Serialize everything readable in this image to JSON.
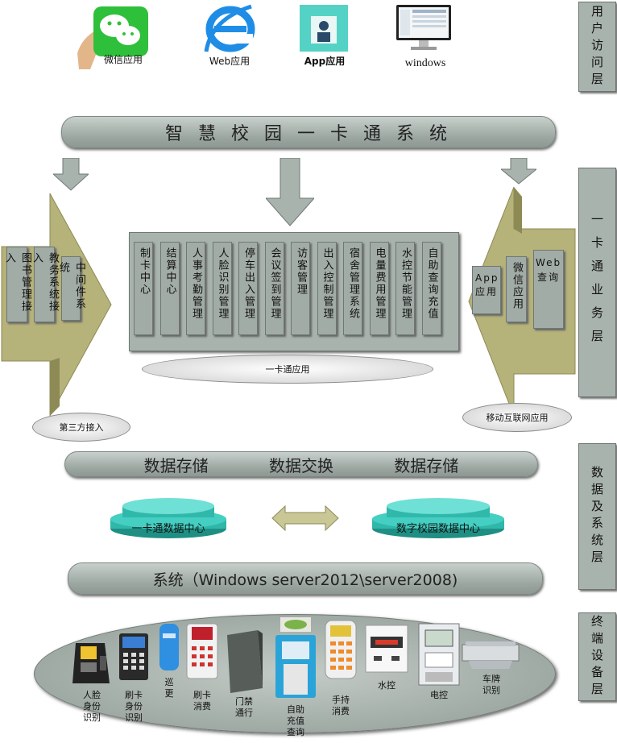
{
  "user_layer": {
    "apps": [
      {
        "label": "微信应用",
        "icon": "wechat-icon"
      },
      {
        "label": "Web应用",
        "icon": "ie-browser-icon"
      },
      {
        "label": "App应用",
        "icon": "mobile-app-icon"
      },
      {
        "label": "windows",
        "icon": "monitor-icon"
      }
    ]
  },
  "main_title": "智 慧 校 园 一 卡 通 系 统",
  "layers": [
    "用户访问层",
    "一卡通业务层",
    "数据及系统层",
    "终端设备层"
  ],
  "third_party": {
    "modules": [
      "图书管理接入",
      "教务系统接入",
      "中间件系统"
    ],
    "label": "第三方接入"
  },
  "card_app": {
    "modules": [
      "制卡中心",
      "结算中心",
      "人事考勤管理",
      "人脸识别管理",
      "停车出入管理",
      "会议签到管理",
      "访客管理",
      "出入控制管理",
      "宿舍管理系统",
      "电量费用管理",
      "水控节能管理",
      "自助查询充值"
    ],
    "label": "一卡通应用"
  },
  "mobile": {
    "modules": [
      "App应用",
      "微信应用",
      "Web查询"
    ],
    "label": "移动互联网应用"
  },
  "data_bar": [
    "数据存储",
    "数据交换",
    "数据存储"
  ],
  "data_centers": [
    "一卡通数据中心",
    "数字校园数据中心"
  ],
  "system_bar": "系统（Windows server2012\\server2008)",
  "devices": [
    {
      "label": "人脸\n身份\n识别"
    },
    {
      "label": "刷卡\n身份\n识别"
    },
    {
      "label": "巡\n更"
    },
    {
      "label": "刷卡\n消费"
    },
    {
      "label": "门禁\n通行"
    },
    {
      "label": "自助\n充值\n查询"
    },
    {
      "label": "手持\n消费"
    },
    {
      "label": "水控"
    },
    {
      "label": "电控"
    },
    {
      "label": "车牌\n识别"
    }
  ],
  "colors": {
    "olive": "#b5b27a",
    "olive_dark": "#8d8a55",
    "gray_box": "#a2aca6",
    "teal": "#3fcfc0"
  }
}
